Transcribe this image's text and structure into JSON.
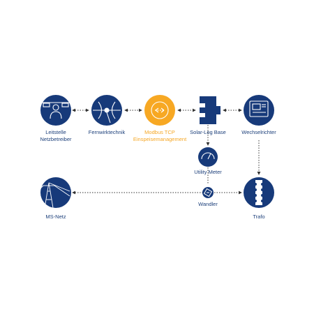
{
  "colors": {
    "navy": "#173a7a",
    "orange": "#f7a823",
    "line": "#333333",
    "white": "#ffffff"
  },
  "nodes": {
    "leitstelle": {
      "line1": "Leitstelle",
      "line2": "Netzbetreiber",
      "icon": "operator-desk-icon"
    },
    "fernwirk": {
      "line1": "Fernwirktechnik",
      "icon": "telecontrol-antenna-icon"
    },
    "modbus": {
      "line1": "Modbus TCP",
      "line2": "Einspeisemanagement",
      "icon": "feed-in-management-icon"
    },
    "solarlog": {
      "line1": "Solar-Log Base",
      "icon": "solar-log-base-icon"
    },
    "wechselrichter": {
      "line1": "Wechselrichter",
      "icon": "inverter-icon"
    },
    "utility": {
      "line1": "Utility Meter",
      "icon": "gauge-meter-icon"
    },
    "wandler": {
      "line1": "Wandler",
      "icon": "current-transformer-icon"
    },
    "msnetz": {
      "line1": "MS-Netz",
      "icon": "power-pylon-icon"
    },
    "trafo": {
      "line1": "Trafo",
      "icon": "transformer-icon"
    }
  }
}
